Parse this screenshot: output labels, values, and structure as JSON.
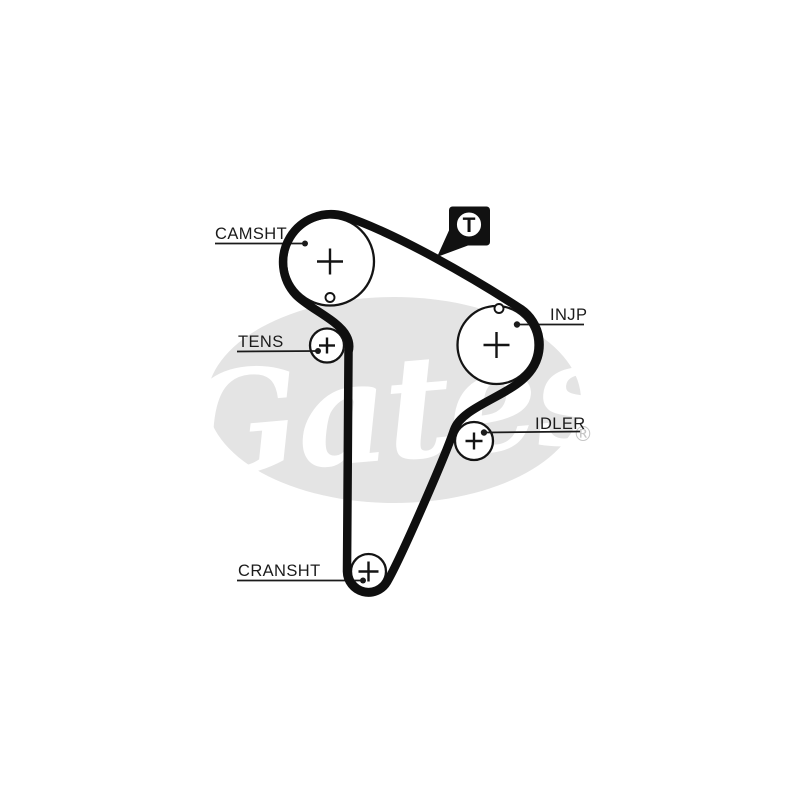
{
  "watermark": {
    "brand": "Gates",
    "registered": "®"
  },
  "timing_marker": {
    "letter": "T"
  },
  "labels": {
    "camshaft": "CAMSHT",
    "tensioner": "TENS",
    "injection_pump": "INJP",
    "idler": "IDLER",
    "crankshaft": "CRANSHT"
  },
  "colors": {
    "background": "#ffffff",
    "line_art": "#141414",
    "belt": "#0f0f0f",
    "watermark_ellipse": "#e4e4e4",
    "watermark_script": "#ffffff",
    "watermark_registered": "#c6c6c6"
  }
}
